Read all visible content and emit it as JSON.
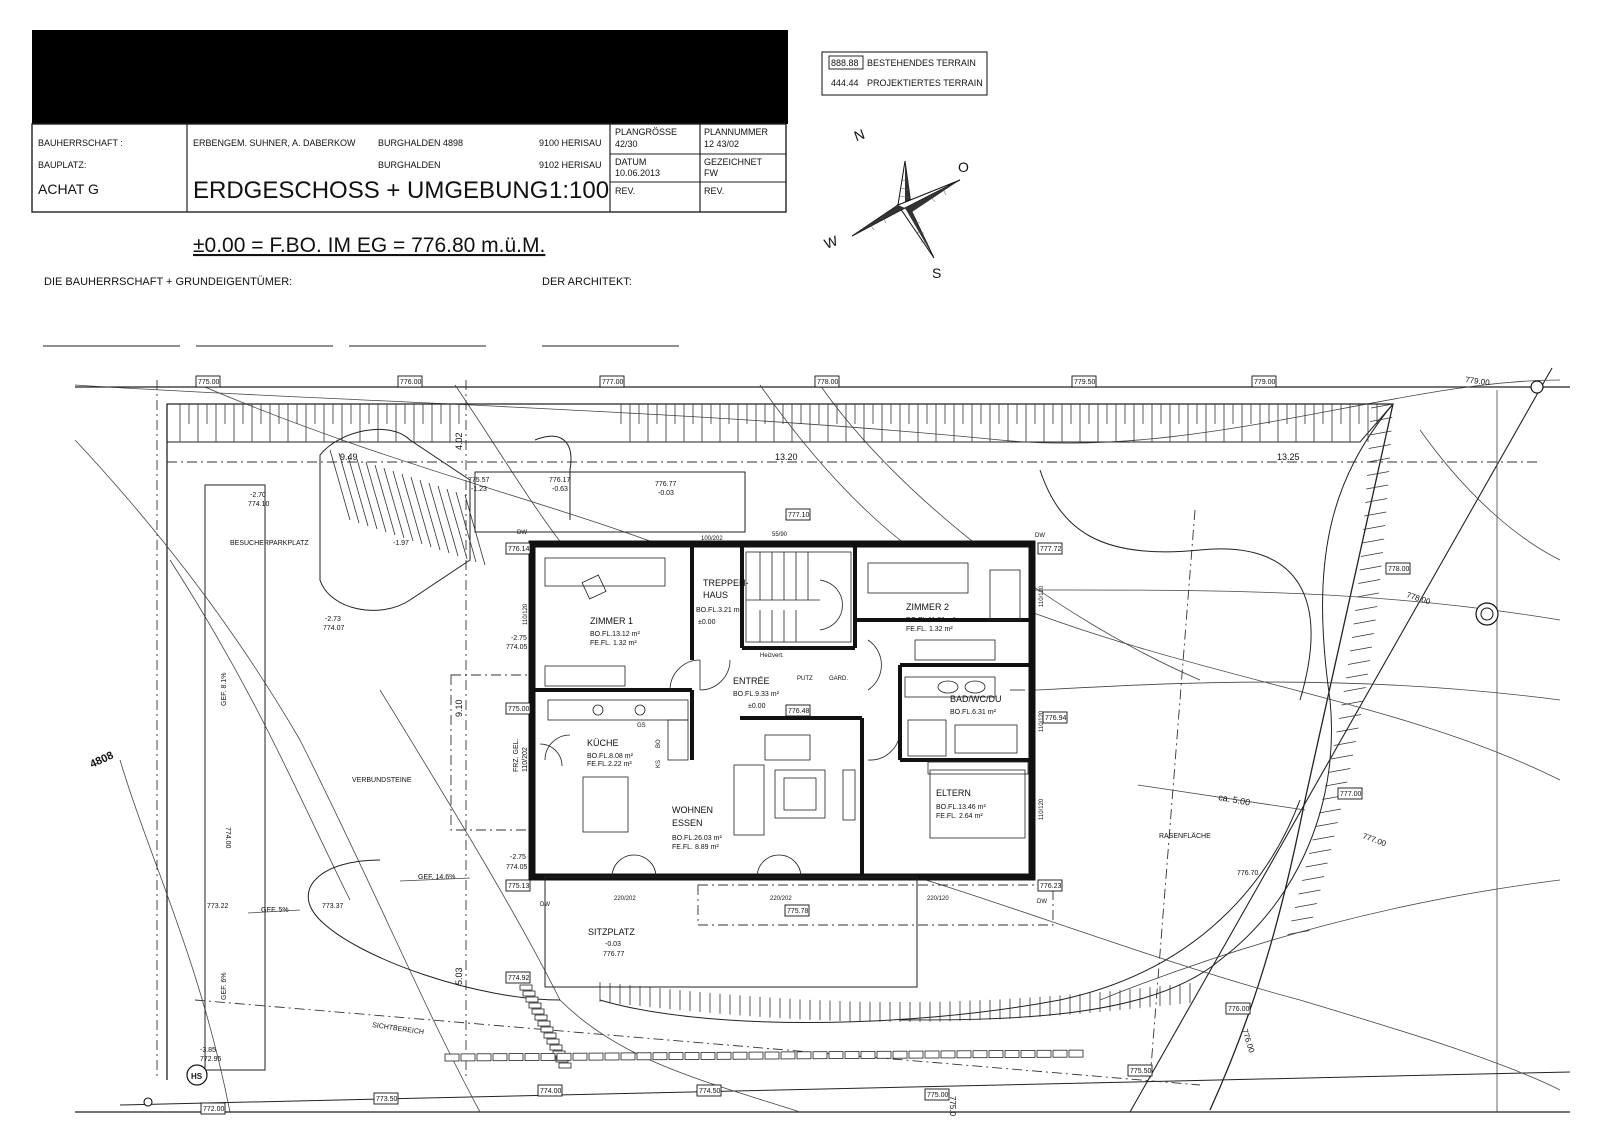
{
  "title_block": {
    "bauherrschaft_label": "BAUHERRSCHAFT :",
    "bauherrschaft_name": "ERBENGEM. SUHNER, A. DABERKOW",
    "bauherrschaft_street": "BURGHALDEN 4898",
    "bauherrschaft_city": "9100 HERISAU",
    "bauplatz_label": "BAUPLATZ:",
    "bauplatz_street": "BURGHALDEN",
    "bauplatz_city": "9102 HERISAU",
    "project": "ACHAT G",
    "plan_title": "ERDGESCHOSS + UMGEBUNG",
    "scale": "1:100",
    "plangroesse_label": "PLANGRÖSSE",
    "plangroesse_value": "42/30",
    "plannummer_label": "PLANNUMMER",
    "plannummer_value": "12 43/02",
    "datum_label": "DATUM",
    "datum_value": "10.06.2013",
    "gezeichnet_label": "GEZEICHNET",
    "gezeichnet_value": "FW",
    "rev_label_1": "REV.",
    "rev_label_2": "REV."
  },
  "legend": {
    "existing_value": "888.88",
    "existing_label": "BESTEHENDES TERRAIN",
    "projected_value": "444.44",
    "projected_label": "PROJEKTIERTES TERRAIN"
  },
  "compass": {
    "n": "N",
    "o": "O",
    "s": "S",
    "w": "W"
  },
  "reference_line": "±0.00 = F.BO. IM EG = 776.80 m.ü.M.",
  "signatures": {
    "owner_label": "DIE BAUHERRSCHAFT + GRUNDEIGENTÜMER:",
    "architect_label": "DER ARCHITEKT:"
  },
  "rooms": {
    "zimmer1": {
      "name": "ZIMMER 1",
      "bo": "BO.FL.13.12 m²",
      "fe": "FE.FL.  1.32 m²"
    },
    "treppenhaus": {
      "name1": "TREPPEN-",
      "name2": "HAUS",
      "bo": "BO.FL.3.21 m²",
      "level": "±0.00"
    },
    "zimmer2": {
      "name": "ZIMMER 2",
      "bo": "BO.FL.11.91 m²",
      "fe": "FE.FL.  1.32 m²"
    },
    "entree": {
      "name": "ENTRÉE",
      "bo": "BO.FL.9.33 m²",
      "level": "±0.00"
    },
    "heizvert": "Heizvert.",
    "putz": "PUTZ",
    "gard": "GARD.",
    "kueche": {
      "name": "KÜCHE",
      "bo": "BO.FL.8.08 m²",
      "fe": "FE.FL.2.22 m²",
      "gs": "GS",
      "ks": "KS",
      "bo_unit": "BO"
    },
    "bad": {
      "name": "BAD/WC/DU",
      "bo": "BO.FL.6.31 m²"
    },
    "wohnen": {
      "name1": "WOHNEN",
      "name2": "ESSEN",
      "bo": "BO.FL.26.03 m²",
      "fe": "FE.FL.  8.89 m²"
    },
    "eltern": {
      "name": "ELTERN",
      "bo": "BO.FL.13.46 m²",
      "fe": "FE.FL.  2.64 m²"
    },
    "sitzplatz": {
      "name": "SITZPLATZ",
      "level": "-0.03",
      "abs": "776.77"
    }
  },
  "site_labels": {
    "besucherparkplatz": "BESUCHERPARKPLATZ",
    "verbundsteine": "VERBUNDSTEINE",
    "rasenflaeche": "RASENFLÄCHE",
    "sichtbereich": "SICHTBEREICH",
    "parcel": "4808",
    "hs": "HS",
    "frz_gel": "FRZ. GEL.",
    "frz_size": "110/202"
  },
  "dimensions": {
    "d949": "9.49",
    "d1320": "13.20",
    "d1325": "13.25",
    "d402": "4.02",
    "d910": "9.10",
    "d503": "5.03",
    "dca500": "ca. 5.00"
  },
  "slopes": {
    "gef81": "GEF. 8.1%",
    "gef146": "GEF. 14.6%",
    "gef5": "GEF. 5%",
    "gef6": "GEF. 6%"
  },
  "openings": {
    "o100_202": "100/202",
    "o55_90": "55/90",
    "o110_120_a": "110/120",
    "o110_120_b": "110/120",
    "o110_120_c": "110/120",
    "o110_120_d": "110/120",
    "o220_202_a": "220/202",
    "o220_202_b": "220/202",
    "o220_120": "220/120",
    "dw1": "DW",
    "dw2": "DW",
    "dw3": "DW",
    "dw4": "DW"
  },
  "levels": {
    "l1": {
      "rel": "-2.70",
      "abs": "774.10"
    },
    "l2": {
      "rel": "-2.73",
      "abs": "774.07"
    },
    "l3": {
      "rel": "-2.75",
      "abs": "774.05"
    },
    "l4": {
      "rel": "-2.75",
      "abs": "774.05"
    },
    "l5": {
      "rel": "-1.23",
      "abs": "775.57"
    },
    "l6": {
      "rel": "-0.63",
      "abs": "776.17"
    },
    "l7": {
      "rel": "-0.03",
      "abs": "776.77"
    },
    "l8": {
      "rel": "-1.97"
    },
    "l9": {
      "rel": "-3.85",
      "abs": "772.95"
    },
    "v773_22": "773.22",
    "v773_37": "773.37",
    "v776_70": "776.70",
    "v774_00": "774.00"
  },
  "terrain_boxes": {
    "b1": "775.00",
    "b2": "776.00",
    "b3": "777.00",
    "b4": "778.00",
    "b5": "779.50",
    "b6": "779.00",
    "b7": "777.10",
    "b8": "776.14",
    "b9": "777.72",
    "b10": "778.00",
    "b11": "775.00",
    "b12": "776.48",
    "b13": "776.94",
    "b14": "777.00",
    "b15": "775.13",
    "b16": "776.23",
    "b17": "775.78",
    "b18": "774.92",
    "b19": "776.00",
    "b20": "775.50",
    "b21": "772.00",
    "b22": "773.50",
    "b23": "774.00",
    "b24": "774.50",
    "b25": "775.00"
  },
  "contours": {
    "c779": "779.00",
    "c778": "778.00",
    "c777": "777.00",
    "c776": "776.00",
    "c775": "775.0"
  }
}
